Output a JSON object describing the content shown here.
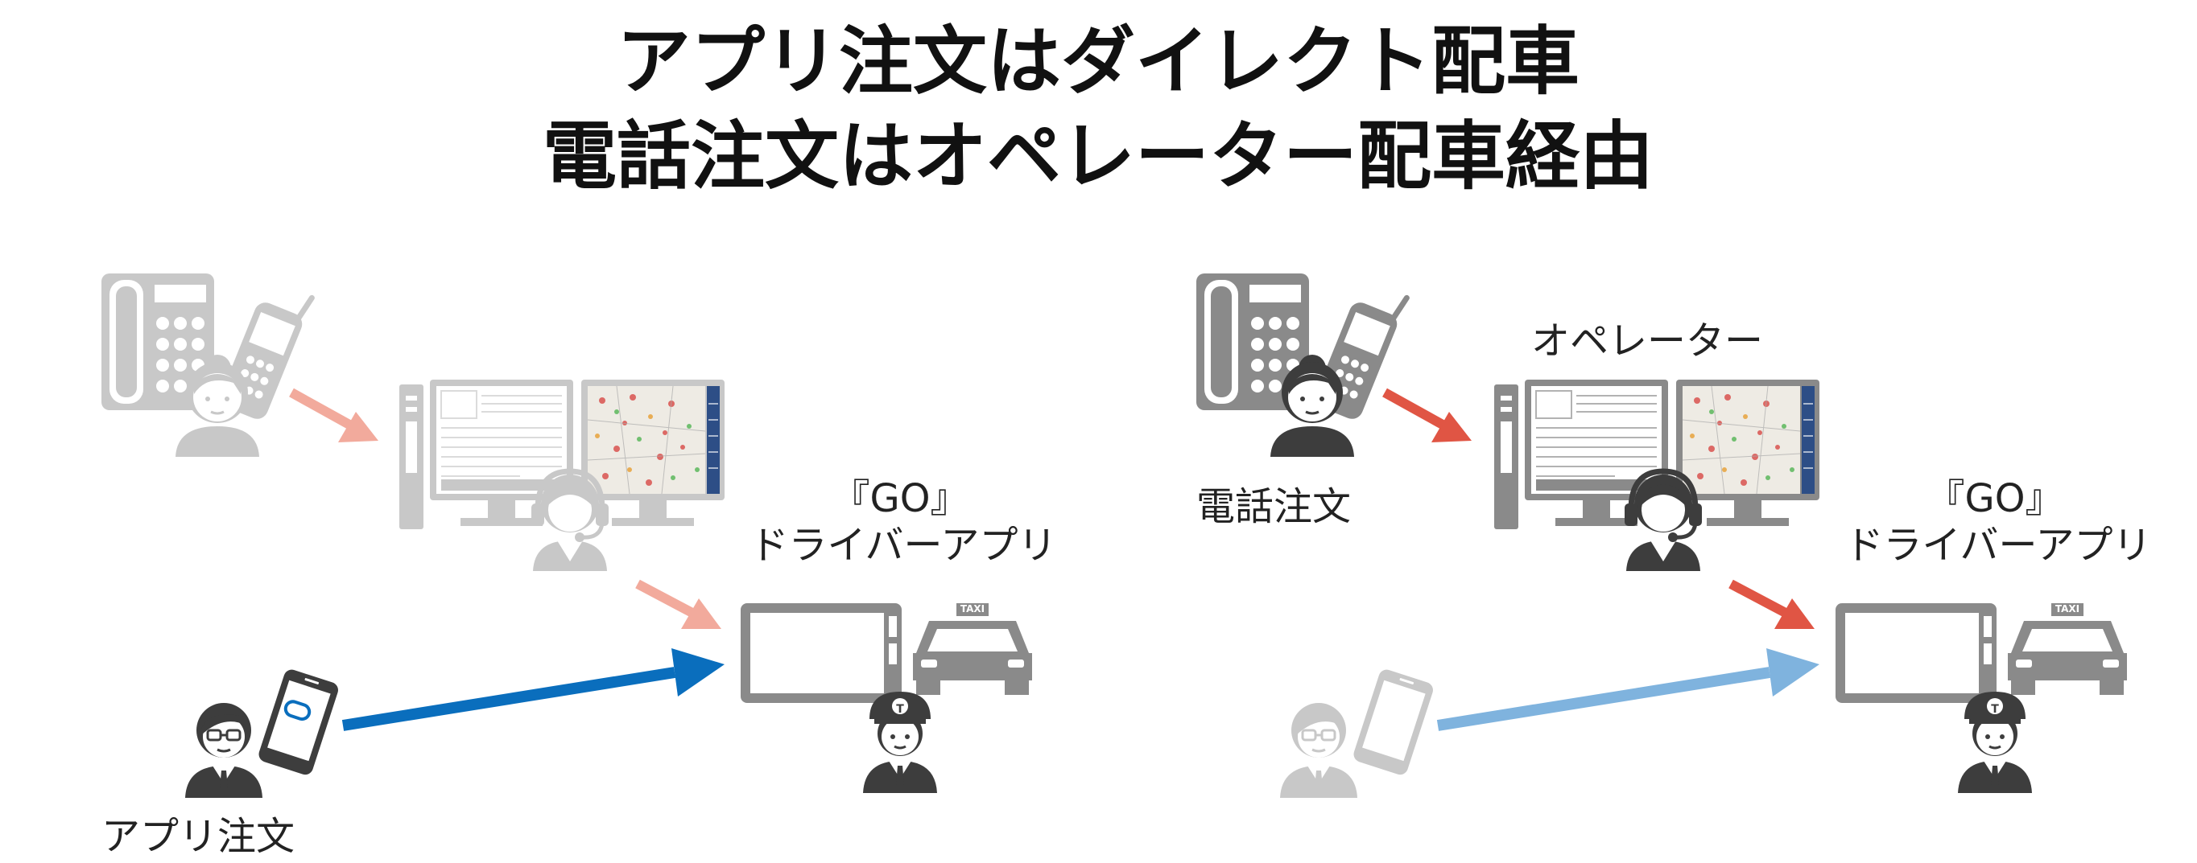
{
  "title": {
    "line1": "アプリ注文はダイレクト配車",
    "line2": "電話注文はオペレーター配車経由"
  },
  "left_panel": {
    "driver_app_line1": "『GO』",
    "driver_app_line2": "ドライバーアプリ",
    "app_order_label": "アプリ注文",
    "taxi_sign": "TAXI",
    "cap_badge": "T"
  },
  "right_panel": {
    "operator_label": "オペレーター",
    "phone_order_label": "電話注文",
    "driver_app_line1": "『GO』",
    "driver_app_line2": "ドライバーアプリ",
    "taxi_sign": "TAXI",
    "cap_badge": "T"
  },
  "colors": {
    "arrow_red": "#e05544",
    "arrow_red_faded": "#f2aa9c",
    "arrow_blue": "#0a6ebd",
    "arrow_blue_faded": "#7fb3de",
    "icon_dark": "#3d3d3d",
    "icon_gray": "#8a8a8a",
    "icon_light": "#c8c8c8"
  }
}
